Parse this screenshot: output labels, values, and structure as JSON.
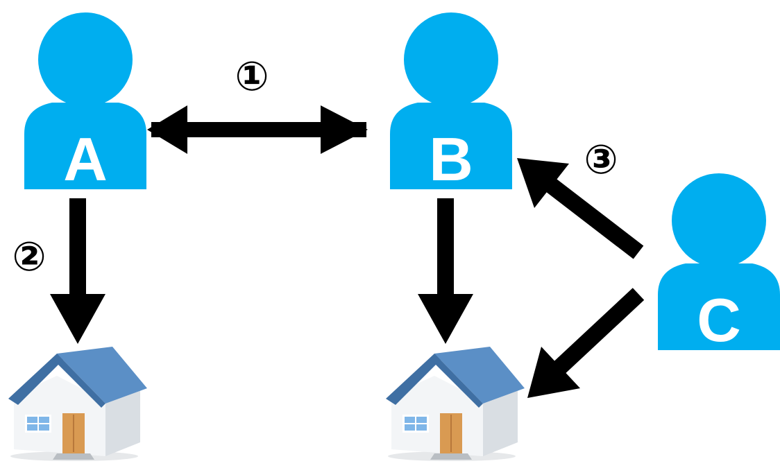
{
  "colors": {
    "person": "#00aeef",
    "arrow": "#000000",
    "house_roof": "#5b8fc6",
    "house_roof_dark": "#3f6fa3",
    "house_wall": "#f3f5f7",
    "house_wall_shade": "#d9dee3",
    "house_door": "#d99a52",
    "house_window": "#7fb6e8"
  },
  "people": {
    "a": {
      "label": "A",
      "icon": "person-icon"
    },
    "b": {
      "label": "B",
      "icon": "person-icon"
    },
    "c": {
      "label": "C",
      "icon": "person-icon"
    }
  },
  "houses": {
    "left": {
      "icon": "house-icon"
    },
    "right": {
      "icon": "house-icon"
    }
  },
  "steps": {
    "one": "①",
    "two": "②",
    "three": "③"
  }
}
